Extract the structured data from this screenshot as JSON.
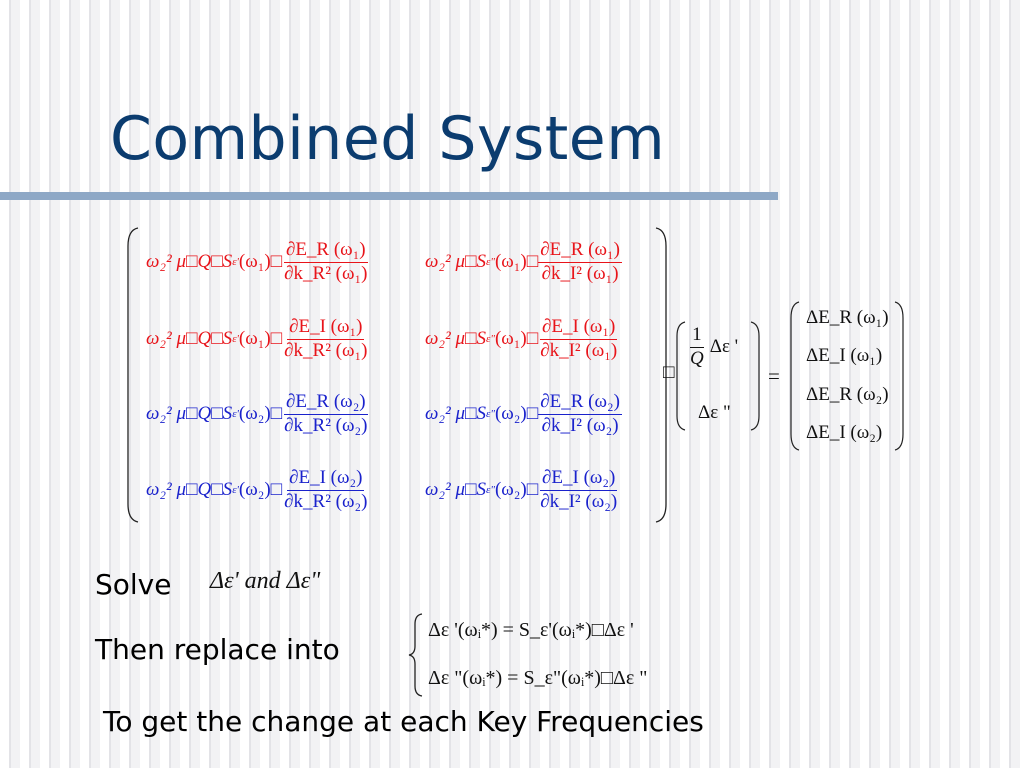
{
  "slide": {
    "title": "Combined System",
    "matrix": [
      {
        "prefix": "ω₂² μ□Q□S",
        "sub": "ε'",
        "arg": "(ω₁)□",
        "num": "∂E_R (ω₁)",
        "den": "∂k_R² (ω₁)",
        "color": "red"
      },
      {
        "prefix": "ω₂² μ□S",
        "sub": "ε\"",
        "arg": "(ω₁)□",
        "num": "∂E_R (ω₁)",
        "den": "∂k_I² (ω₁)",
        "color": "red"
      },
      {
        "prefix": "ω₂² μ□Q□S",
        "sub": "ε'",
        "arg": "(ω₁)□",
        "num": "∂E_I (ω₁)",
        "den": "∂k_R² (ω₁)",
        "color": "red"
      },
      {
        "prefix": "ω₂² μ□S",
        "sub": "ε\"",
        "arg": "(ω₁)□",
        "num": "∂E_I (ω₁)",
        "den": "∂k_I² (ω₁)",
        "color": "red"
      },
      {
        "prefix": "ω₂² μ□Q□S",
        "sub": "ε'",
        "arg": "(ω₂)□",
        "num": "∂E_R (ω₂)",
        "den": "∂k_R² (ω₂)",
        "color": "blue"
      },
      {
        "prefix": "ω₂² μ□S",
        "sub": "ε\"",
        "arg": "(ω₂)□",
        "num": "∂E_R (ω₂)",
        "den": "∂k_I² (ω₂)",
        "color": "blue"
      },
      {
        "prefix": "ω₂² μ□Q□S",
        "sub": "ε'",
        "arg": "(ω₂)□",
        "num": "∂E_I (ω₂)",
        "den": "∂k_R² (ω₂)",
        "color": "blue"
      },
      {
        "prefix": "ω₂² μ□S",
        "sub": "ε\"",
        "arg": "(ω₂)□",
        "num": "∂E_I (ω₂)",
        "den": "∂k_I² (ω₂)",
        "color": "blue"
      }
    ],
    "vector": {
      "frac_num": "1",
      "frac_den": "Q",
      "top": "Δε '",
      "bottom": "Δε \""
    },
    "dot": "□",
    "equals": "=",
    "rhs": [
      "ΔE_R (ω₁)",
      "ΔE_I (ω₁)",
      "ΔE_R (ω₂)",
      "ΔE_I (ω₂)"
    ],
    "solve_label": "Solve",
    "solve_expr": "Δε' and Δε\"",
    "replace_label": "Then replace into",
    "system": [
      "Δε '(ωᵢ*) = S_ε'(ωᵢ*)□Δε '",
      "Δε \"(ωᵢ*) = S_ε\"(ωᵢ*)□Δε \""
    ],
    "footer": "To get the change at each Key Frequencies"
  }
}
